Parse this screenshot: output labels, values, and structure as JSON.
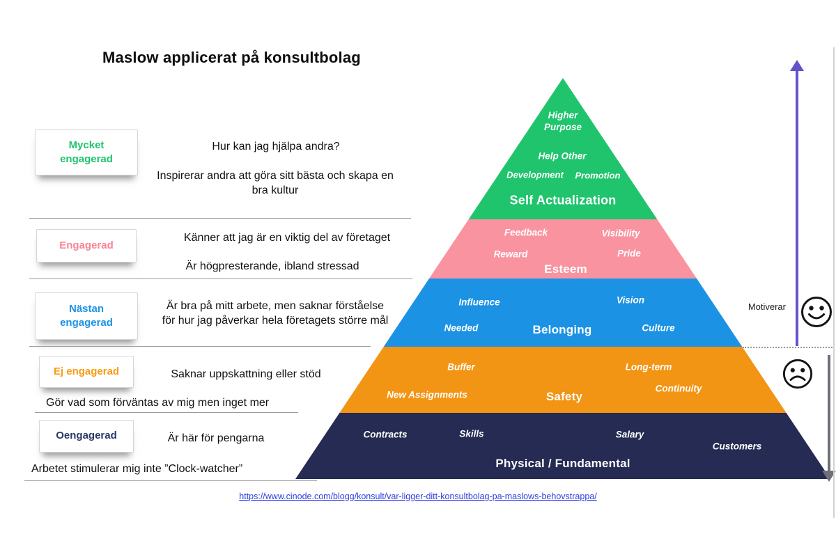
{
  "title": "Maslow applicerat på konsultbolag",
  "left_rows": [
    {
      "label": "Mycket engagerad",
      "label_color": "#1fc46c",
      "text1": "Hur kan jag hjälpa andra?",
      "text2": "Inspirerar andra att göra sitt bästa och skapa en bra kultur"
    },
    {
      "label": "Engagerad",
      "label_color": "#f98495",
      "text1": "Känner att jag är en viktig del av företaget",
      "text2": "Är högpresterande, ibland stressad"
    },
    {
      "label": "Nästan engagerad",
      "label_color": "#1b92e4",
      "text1": "Är bra på mitt arbete, men saknar förståelse för hur jag påverkar hela företagets större mål"
    },
    {
      "label": "Ej engagerad",
      "label_color": "#f89c12",
      "text1": "Saknar uppskattning eller stöd",
      "text2": "Gör vad som förväntas av mig men inget mer"
    },
    {
      "label": "Oengagerad",
      "label_color": "#2a3766",
      "text1": "Är här för pengarna",
      "text2": "Arbetet stimulerar mig inte  ”Clock-watcher”"
    }
  ],
  "pyramid": {
    "tiers": [
      {
        "name": "Self Actualization",
        "color": "#1fc46c",
        "items": [
          "Higher Purpose",
          "Help Other",
          "Development",
          "Promotion"
        ]
      },
      {
        "name": "Esteem",
        "color": "#f9939f",
        "items": [
          "Feedback",
          "Visibility",
          "Reward",
          "Pride"
        ]
      },
      {
        "name": "Belonging",
        "color": "#1b92e4",
        "items": [
          "Influence",
          "Vision",
          "Needed",
          "Culture"
        ]
      },
      {
        "name": "Safety",
        "color": "#f29414",
        "items": [
          "Buffer",
          "Long-term",
          "New Assignments",
          "Continuity"
        ]
      },
      {
        "name": "Physical / Fundamental",
        "color": "#252b52",
        "items": [
          "Contracts",
          "Skills",
          "Salary",
          "Customers"
        ]
      }
    ]
  },
  "annotations": {
    "motivates_label": "Motiverar",
    "happy_face_icon": "happy-face",
    "sad_face_icon": "sad-face",
    "up_arrow_color": "#6353cb",
    "down_arrow_color": "#6d7177"
  },
  "footer": {
    "link_text": "https://www.cinode.com/blogg/konsult/var-ligger-ditt-konsultbolag-pa-maslows-behovstrappa/"
  }
}
